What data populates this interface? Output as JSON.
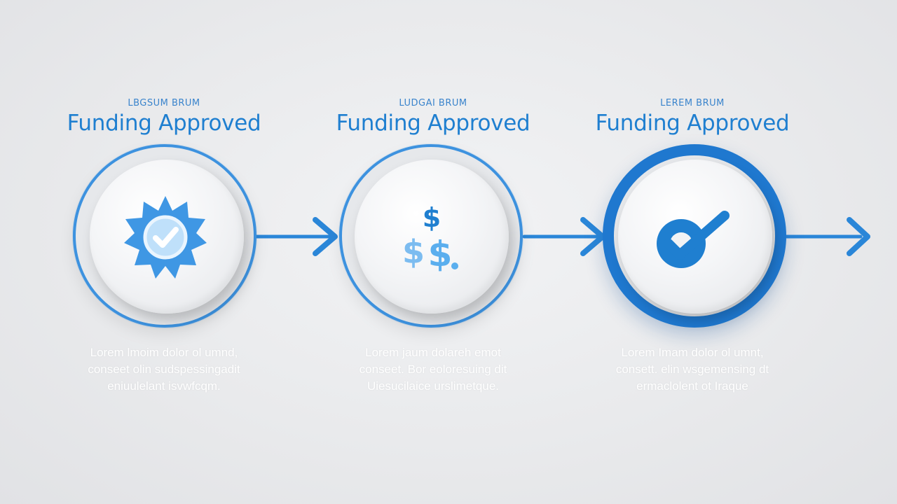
{
  "colors": {
    "accent": "#1f7fd0",
    "accent_light": "#5aaeee",
    "background": "#ebecee"
  },
  "steps": [
    {
      "eyebrow": "LBGSUM BRUM",
      "title": "Funding Approved",
      "icon": "badge-check-icon",
      "desc": [
        "Lorem lmoim dolor ol umnd,",
        "conseet olin sudspessingadit",
        "eniuulelant isvwfcqm."
      ]
    },
    {
      "eyebrow": "LUDGAI BRUM",
      "title": "Funding Approved",
      "icon": "dollar-signs-icon",
      "desc": [
        "Lorem jaum dolareh emot",
        "conseet. Bor eoloresuing dit",
        "Uiesucilaice urslimetque."
      ]
    },
    {
      "eyebrow": "LEREM BRUM",
      "title": "Funding Approved",
      "icon": "checkmark-icon",
      "desc": [
        "Lorem Imam dolor ol umnt,",
        "consett. elin wsgemensing dt",
        "ermaclolent ot Iraque"
      ]
    }
  ]
}
